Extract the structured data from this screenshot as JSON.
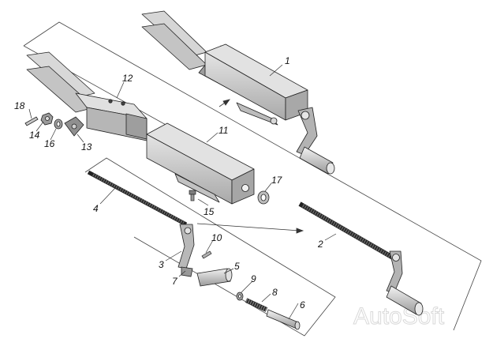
{
  "diagram": {
    "watermark": "AutoSoft",
    "colors": {
      "metal": "#c8c8c8",
      "metal_dark": "#8a8a8a",
      "metal_light": "#e6e6e6",
      "line": "#222222",
      "thread": "#3a3a3a"
    },
    "callouts": [
      {
        "id": "1",
        "text": "1"
      },
      {
        "id": "2",
        "text": "2"
      },
      {
        "id": "3",
        "text": "3"
      },
      {
        "id": "4",
        "text": "4"
      },
      {
        "id": "5",
        "text": "5"
      },
      {
        "id": "6",
        "text": "6"
      },
      {
        "id": "7",
        "text": "7"
      },
      {
        "id": "8",
        "text": "8"
      },
      {
        "id": "9",
        "text": "9"
      },
      {
        "id": "10",
        "text": "10"
      },
      {
        "id": "11",
        "text": "11"
      },
      {
        "id": "12",
        "text": "12"
      },
      {
        "id": "13",
        "text": "13"
      },
      {
        "id": "14",
        "text": "14"
      },
      {
        "id": "15",
        "text": "15"
      },
      {
        "id": "16",
        "text": "16"
      },
      {
        "id": "17",
        "text": "17"
      },
      {
        "id": "18",
        "text": "18"
      }
    ]
  }
}
